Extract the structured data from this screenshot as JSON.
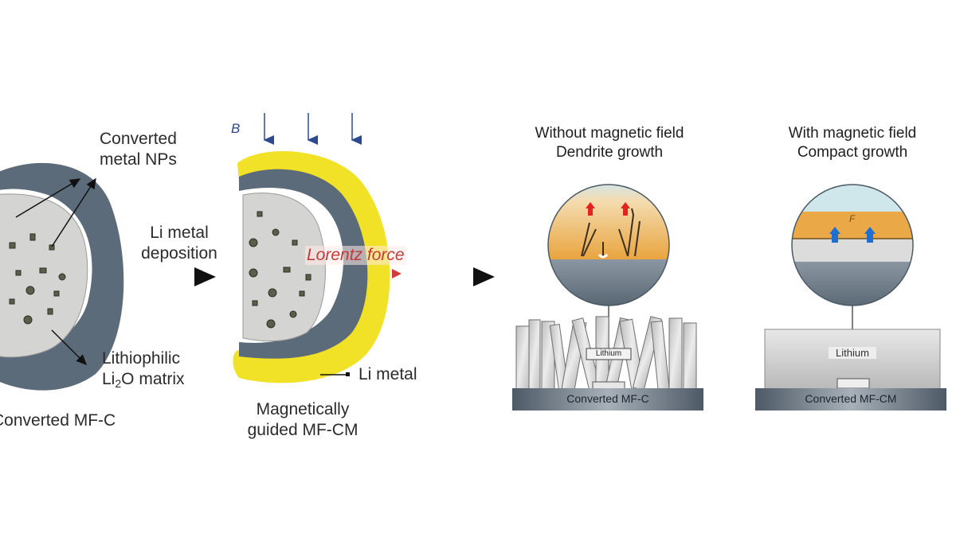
{
  "panel1": {
    "np_label_line1": "Converted",
    "np_label_line2": "metal NPs",
    "matrix_label_line1": "Lithiophilic",
    "matrix_label_prefix": "Li",
    "matrix_label_subscript": "2",
    "matrix_label_suffix": "O matrix",
    "caption": "Converted MF-C"
  },
  "step1": {
    "line1": "Li metal",
    "line2": "deposition"
  },
  "panel2": {
    "field_symbol": "B",
    "force_label": "Lorentz force",
    "li_metal_label": "Li metal",
    "caption_line1": "Magnetically",
    "caption_line2": "guided MF-CM"
  },
  "panel3": {
    "title_line1": "Without magnetic field",
    "title_line2": "Dendrite growth",
    "inset_label": "Lithium",
    "base_label": "Converted MF-C"
  },
  "panel4": {
    "title_line1": "With magnetic field",
    "title_line2": "Compact growth",
    "force_symbol": "F",
    "inset_label": "Lithium",
    "base_label": "Converted MF-CM"
  },
  "colors": {
    "carbon_ring": "#5c6b7a",
    "core": "#d4d4d2",
    "li_metal": "#f2e227",
    "field_arrow": "#2c4a8c",
    "lorentz": "#d63b3b",
    "electrolyte": "#eba847",
    "up_arrow_red": "#e3231e",
    "up_arrow_blue": "#1f6fd1"
  }
}
